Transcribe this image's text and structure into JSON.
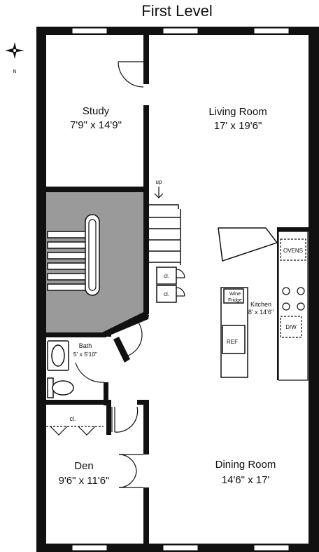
{
  "title": "First Level",
  "compass": {
    "north_label": "N"
  },
  "rooms": {
    "study": {
      "name": "Study",
      "size": "7'9\" x 14'9\""
    },
    "living": {
      "name": "Living Room",
      "size": "17' x 19'6\""
    },
    "kitchen": {
      "name": "Kitchen",
      "size": "8' x 14'6\""
    },
    "bath": {
      "name": "Bath",
      "size": "5' x 5'10\""
    },
    "den": {
      "name": "Den",
      "size": "9'6\" x 11'6\""
    },
    "dining": {
      "name": "Dining Room",
      "size": "14'6\" x 17'"
    }
  },
  "labels": {
    "up": "up",
    "closet1": "cl.",
    "closet2": "cl.",
    "closet_den": "cl.",
    "ovens": "OVENS",
    "wine_fridge_line1": "Wine",
    "wine_fridge_line2": "Fridge",
    "dishwasher": "D/W",
    "refrigerator": "REF"
  },
  "colors": {
    "wall": "#111111",
    "stair_fill": "#9a9a9a"
  }
}
